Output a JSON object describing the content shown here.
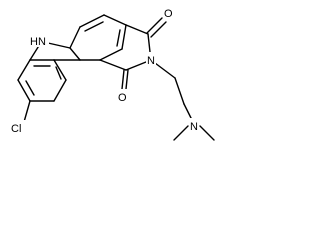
{
  "molecule": {
    "atoms": {
      "nh": "H",
      "n_indole": "N",
      "o_upper": "O",
      "n_imide": "N",
      "o_lower": "O",
      "cl": "Cl",
      "n_amine": "N"
    }
  },
  "colors": {
    "bond": "#000000",
    "background": "#ffffff"
  }
}
